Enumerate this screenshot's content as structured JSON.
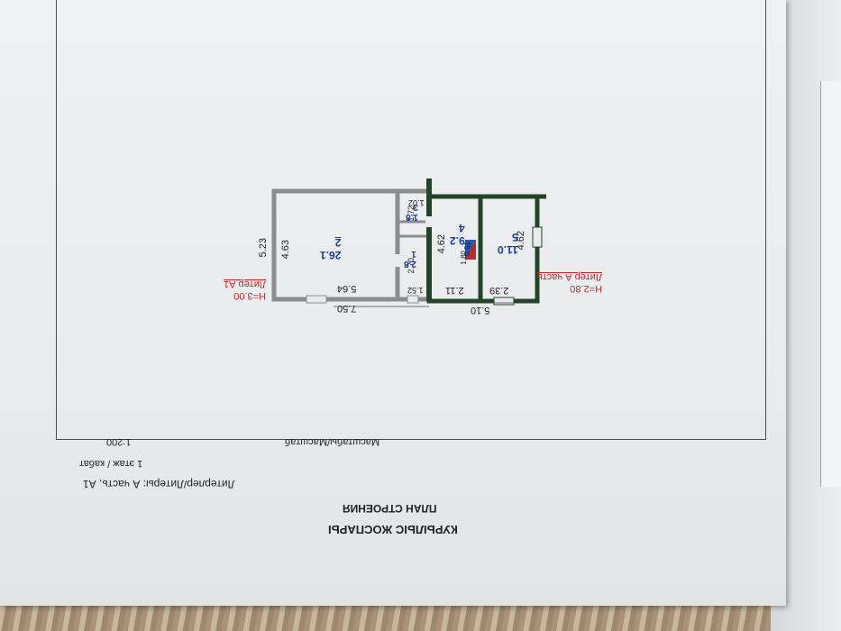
{
  "title_kz": "КУРЫЛЫС ЖОСПАРЫ",
  "title_ru": "ПЛАН СТРОЕНИЯ",
  "liter_line": "Литерлер/Литеры: А часть, А1",
  "floor_line": "1 этаж / кабат",
  "scale_label": "Масштабы/Масштаб",
  "scale_value": "1:200",
  "liter_a1": {
    "name": "Литер А1",
    "height": "Н=3.00"
  },
  "liter_a": {
    "name": "Литер А часть",
    "height": "Н=2.80"
  },
  "rooms": [
    {
      "num": "1",
      "area": "2.8"
    },
    {
      "num": "2",
      "area": "26.1"
    },
    {
      "num": "3",
      "area": "1.8"
    },
    {
      "num": "4",
      "area": "9.2"
    },
    {
      "num": "5",
      "area": "11.0"
    }
  ],
  "dims": {
    "total_width_a1": "7.50",
    "total_width_a": "5.10",
    "room2_width": "5.64",
    "room2_height": "4.63",
    "outer_height_a1": "5.23",
    "corridor_width": "1.52",
    "corridor_height": "2.70",
    "closet_height": "1.72",
    "closet_width": "1.02",
    "room4_width": "2.11",
    "room4_height": "4.62",
    "room5_width": "2.39",
    "room5_height": "4.62",
    "stair_a": "0.51",
    "stair_b": "1.80"
  },
  "colors": {
    "wall_a": "#24442a",
    "wall_a1": "#8a8c8e",
    "room_text": "#1a3c9b",
    "liter_text": "#c0272d"
  }
}
